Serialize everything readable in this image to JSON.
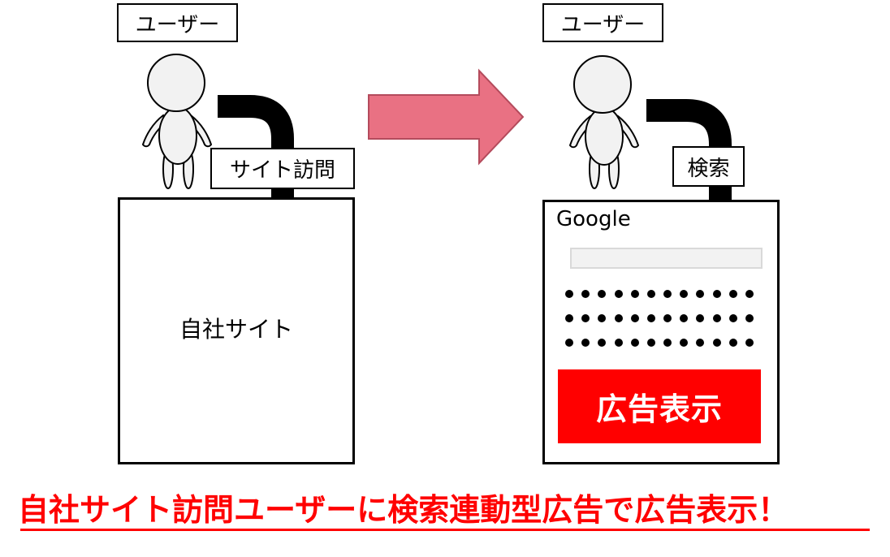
{
  "left_panel": {
    "user_label": "ユーザー",
    "action_label": "サイト訪問",
    "site_label": "自社サイト"
  },
  "right_panel": {
    "user_label": "ユーザー",
    "action_label": "検索",
    "search_engine_label": "Google",
    "ad_label": "広告表示",
    "result_dot_rows": 3,
    "dots_per_row": 12
  },
  "headline": "自社サイト訪問ユーザーに検索連動型広告で広告表示！",
  "colors": {
    "transition_arrow": "#e97183",
    "transition_arrow_border": "#b44b5c",
    "ad_background": "#ff0000",
    "headline": "#ff0000",
    "figure_fill": "#f2f2f2"
  },
  "icons": {
    "user_figure": "person-icon",
    "flow_arrow": "bent-arrow-icon",
    "transition_arrow": "right-arrow-icon"
  }
}
